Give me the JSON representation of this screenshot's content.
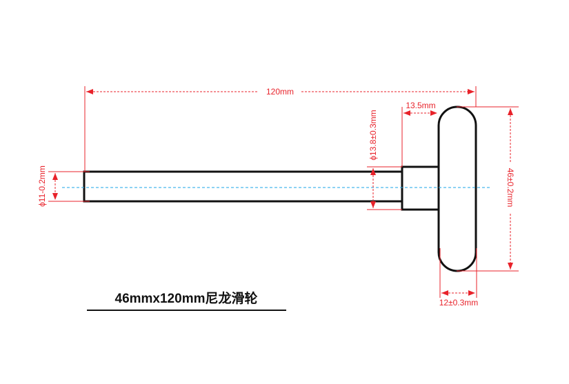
{
  "title": "46mmx120mm尼龙滑轮",
  "dimensions": {
    "length": "120mm",
    "hub_length": "13.5mm",
    "hub_diameter": "ϕ13.8±0.3mm",
    "shaft_diameter": "ϕ11-0.2mm",
    "wheel_diameter": "46±0.2mm",
    "wheel_width": "12±0.3mm"
  },
  "colors": {
    "dimension": "#e8222a",
    "centerline": "#1aa6e8",
    "outline": "#111111"
  }
}
